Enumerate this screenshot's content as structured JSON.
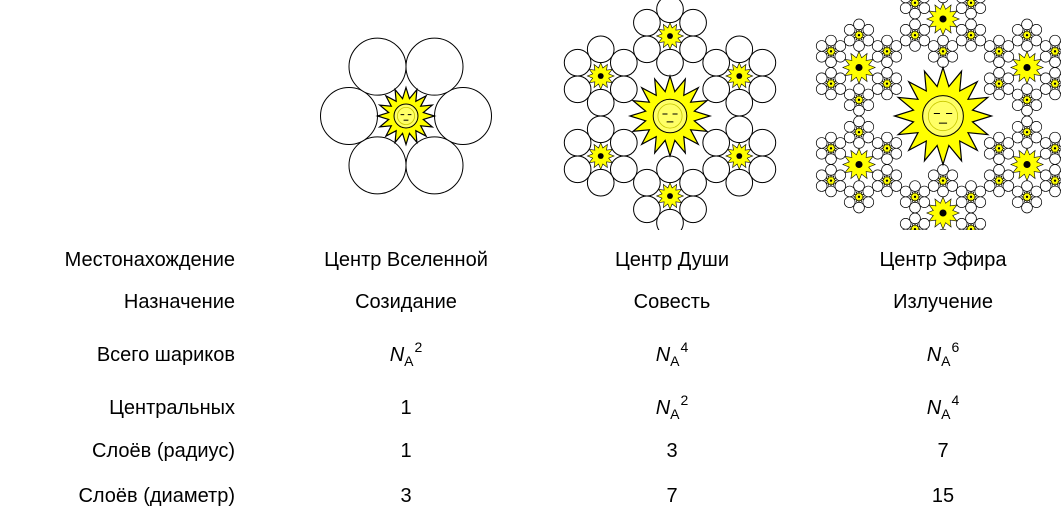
{
  "diagram": {
    "figures": [
      {
        "id": "universe",
        "layers_radius": 1
      },
      {
        "id": "soul",
        "layers_radius": 3
      },
      {
        "id": "ether",
        "layers_radius": 7
      }
    ],
    "colors": {
      "sun_rays": "#ffff00",
      "sun_face": "#ffff66",
      "circle_fill": "#ffffff",
      "stroke": "#000000"
    }
  },
  "table": {
    "rows": [
      {
        "label": "Местонахождение",
        "values": [
          "Центр Вселенной",
          "Центр Души",
          "Центр Эфира"
        ]
      },
      {
        "label": "Назначение",
        "values": [
          "Созидание",
          "Совесть",
          "Излучение"
        ]
      },
      {
        "label": "Всего шариков",
        "values": [
          {
            "base": "N",
            "sub": "А",
            "sup": "2"
          },
          {
            "base": "N",
            "sub": "А",
            "sup": "4"
          },
          {
            "base": "N",
            "sub": "А",
            "sup": "6"
          }
        ]
      },
      {
        "label": "Центральных",
        "values": [
          "1",
          {
            "base": "N",
            "sub": "А",
            "sup": "2"
          },
          {
            "base": "N",
            "sub": "А",
            "sup": "4"
          }
        ]
      },
      {
        "label": "Слоёв (радиус)",
        "values": [
          "1",
          "3",
          "7"
        ]
      },
      {
        "label": "Слоёв (диаметр)",
        "values": [
          "3",
          "7",
          "15"
        ]
      }
    ]
  }
}
